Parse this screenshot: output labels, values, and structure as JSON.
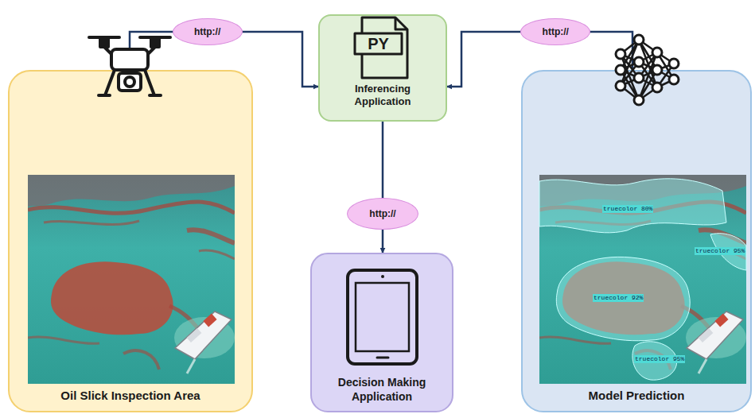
{
  "diagram": {
    "nodes": [
      {
        "text": [
          "Oil Slick Inspection Area"
        ]
      },
      {
        "text": [
          "PY",
          "Inferencing Application"
        ]
      },
      {
        "text": [
          "Decision Making Application"
        ]
      },
      {
        "text": [
          "Model Prediction"
        ]
      }
    ],
    "edges": [
      {
        "from": 0,
        "to": 1,
        "arrow": "to",
        "label": "http://"
      },
      {
        "from": 3,
        "to": 1,
        "arrow": "to",
        "label": "http://"
      },
      {
        "from": 1,
        "to": 2,
        "arrow": "to",
        "label": "http://"
      }
    ],
    "labels": [
      "truecolor 80%",
      "truecolor 95%",
      "truecolor 92%",
      "truecolor 95%"
    ]
  }
}
